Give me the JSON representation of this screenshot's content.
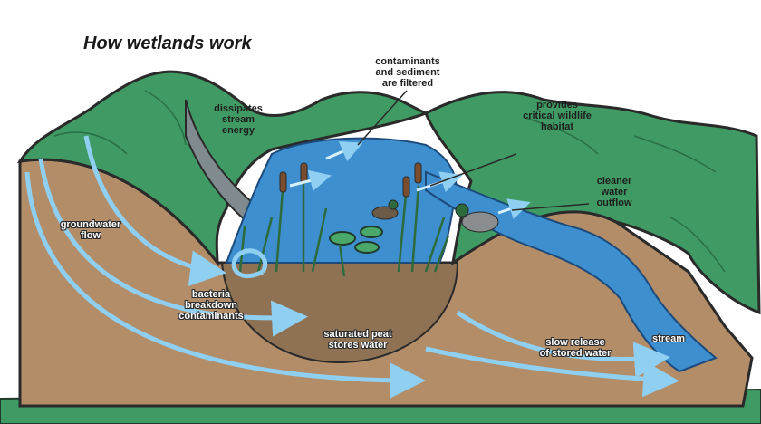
{
  "title": "How wetlands work",
  "labels": {
    "contaminants": "contaminants\nand sediment\nare filtered",
    "dissipates": "dissipates\nstream\nenergy",
    "habitat": "provides\ncritical wildlife\nhabitat",
    "cleaner": "cleaner\nwater\noutflow",
    "groundwater": "groundwater\nflow",
    "bacteria": "bacteria\nbreakdown\ncontaminants",
    "peat": "saturated peat\nstores water",
    "slow_release": "slow release\nof stored water",
    "stream": "stream"
  },
  "colors": {
    "soil": "#b38c68",
    "grass": "#3f9a63",
    "water": "#3e8fd0",
    "arrow": "#8fd0f2",
    "peat": "#8f7254"
  }
}
